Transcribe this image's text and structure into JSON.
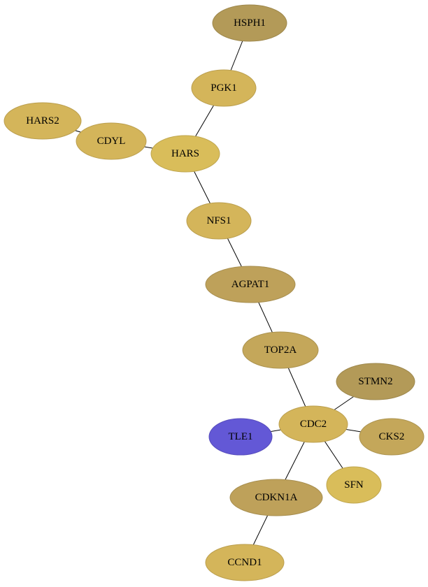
{
  "network": {
    "nodes": [
      {
        "id": "HSPH1",
        "label": "HSPH1",
        "color": "#B39A58"
      },
      {
        "id": "PGK1",
        "label": "PGK1",
        "color": "#D4B55A"
      },
      {
        "id": "HARS2",
        "label": "HARS2",
        "color": "#D4B55A"
      },
      {
        "id": "CDYL",
        "label": "CDYL",
        "color": "#D4B55A"
      },
      {
        "id": "HARS",
        "label": "HARS",
        "color": "#D9BD5A"
      },
      {
        "id": "NFS1",
        "label": "NFS1",
        "color": "#D4B55A"
      },
      {
        "id": "AGPAT1",
        "label": "AGPAT1",
        "color": "#BEA15A"
      },
      {
        "id": "TOP2A",
        "label": "TOP2A",
        "color": "#C4A75A"
      },
      {
        "id": "STMN2",
        "label": "STMN2",
        "color": "#B39A58"
      },
      {
        "id": "TLE1",
        "label": "TLE1",
        "color": "#6358D6"
      },
      {
        "id": "CDC2",
        "label": "CDC2",
        "color": "#D4B55A"
      },
      {
        "id": "CKS2",
        "label": "CKS2",
        "color": "#C4A75A"
      },
      {
        "id": "SFN",
        "label": "SFN",
        "color": "#D9BD5A"
      },
      {
        "id": "CDKN1A",
        "label": "CDKN1A",
        "color": "#BEA15A"
      },
      {
        "id": "CCND1",
        "label": "CCND1",
        "color": "#D4B55A"
      }
    ],
    "edges": [
      [
        "HSPH1",
        "PGK1"
      ],
      [
        "PGK1",
        "HARS"
      ],
      [
        "HARS2",
        "CDYL"
      ],
      [
        "CDYL",
        "HARS"
      ],
      [
        "HARS",
        "NFS1"
      ],
      [
        "NFS1",
        "AGPAT1"
      ],
      [
        "AGPAT1",
        "TOP2A"
      ],
      [
        "TOP2A",
        "CDC2"
      ],
      [
        "CDC2",
        "STMN2"
      ],
      [
        "TLE1",
        "CDC2"
      ],
      [
        "CDC2",
        "CKS2"
      ],
      [
        "CDC2",
        "SFN"
      ],
      [
        "CDC2",
        "CDKN1A"
      ],
      [
        "CDKN1A",
        "CCND1"
      ]
    ]
  }
}
